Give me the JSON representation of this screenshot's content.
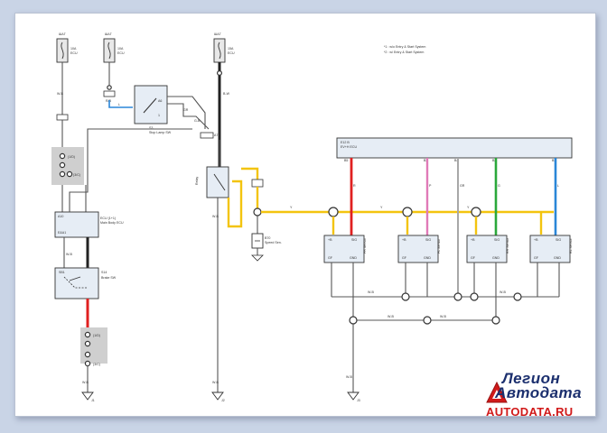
{
  "brand": {
    "line1": "Легион",
    "line2": "Автодата",
    "url": "AUTODATA.RU"
  },
  "colors": {
    "red": "#e02020",
    "yellow": "#f3c40f",
    "pink": "#e07ab8",
    "green": "#2aa83a",
    "blue": "#2a86d8",
    "gray": "#a8a8a8",
    "black": "#222222"
  }
}
